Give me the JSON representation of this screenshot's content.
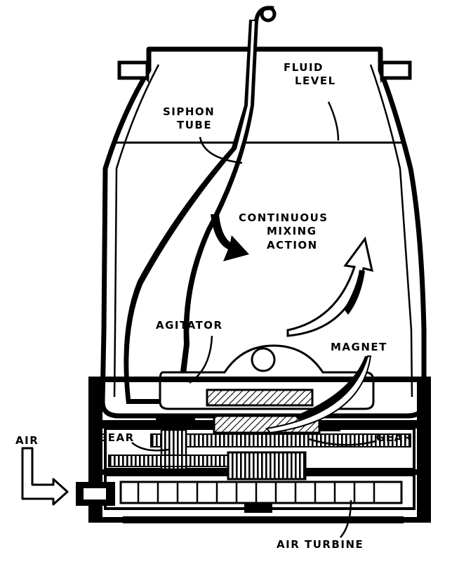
{
  "labels": {
    "fluid_level_1": "FLUID",
    "fluid_level_2": "LEVEL",
    "siphon_tube_1": "SIPHON",
    "siphon_tube_2": "TUBE",
    "mixing_1": "CONTINUOUS",
    "mixing_2": "MIXING",
    "mixing_3": "ACTION",
    "agitator": "AGITATOR",
    "magnet": "MAGNET",
    "gear_left": "GEAR",
    "gear_right": "GEAR",
    "air": "AIR",
    "air_turbine": "AIR TURBINE"
  },
  "colors": {
    "ink": "#000000",
    "paper": "#ffffff"
  }
}
